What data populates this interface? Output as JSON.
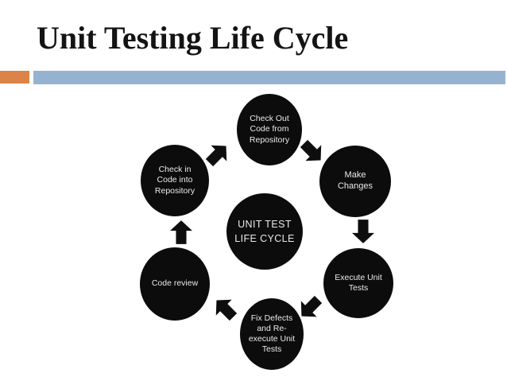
{
  "slide": {
    "title": "Unit Testing Life Cycle",
    "colors": {
      "background": "#ffffff",
      "title_text": "#141414",
      "accent_orange": "#dc8347",
      "accent_blue": "#95b3d0",
      "node_fill": "#0c0c0c",
      "node_text": "#eceae8",
      "arrow": "#0e0e0e"
    }
  },
  "diagram": {
    "center_node": {
      "lines": [
        "UNIT TEST",
        "LIFE CYCLE"
      ]
    },
    "nodes": [
      {
        "id": "check-out-code",
        "lines": [
          "Check Out",
          "Code from",
          "Repository"
        ]
      },
      {
        "id": "make-changes",
        "lines": [
          "Make",
          "Changes"
        ]
      },
      {
        "id": "execute-unit-tests",
        "lines": [
          "Execute Unit",
          "Tests"
        ]
      },
      {
        "id": "fix-defects",
        "lines": [
          "Fix Defects",
          "and Re-",
          "execute Unit",
          "Tests"
        ]
      },
      {
        "id": "code-review",
        "lines": [
          "Code review"
        ]
      },
      {
        "id": "check-in-code",
        "lines": [
          "Check in",
          "Code into",
          "Repository"
        ]
      }
    ],
    "arrows": [
      {
        "from": "check-in-code",
        "to": "check-out-code",
        "direction": "up-right"
      },
      {
        "from": "check-out-code",
        "to": "make-changes",
        "direction": "down-right"
      },
      {
        "from": "make-changes",
        "to": "execute-unit-tests",
        "direction": "down"
      },
      {
        "from": "execute-unit-tests",
        "to": "fix-defects",
        "direction": "down-left"
      },
      {
        "from": "fix-defects",
        "to": "code-review",
        "direction": "up-left"
      },
      {
        "from": "code-review",
        "to": "check-in-code",
        "direction": "up"
      }
    ]
  }
}
